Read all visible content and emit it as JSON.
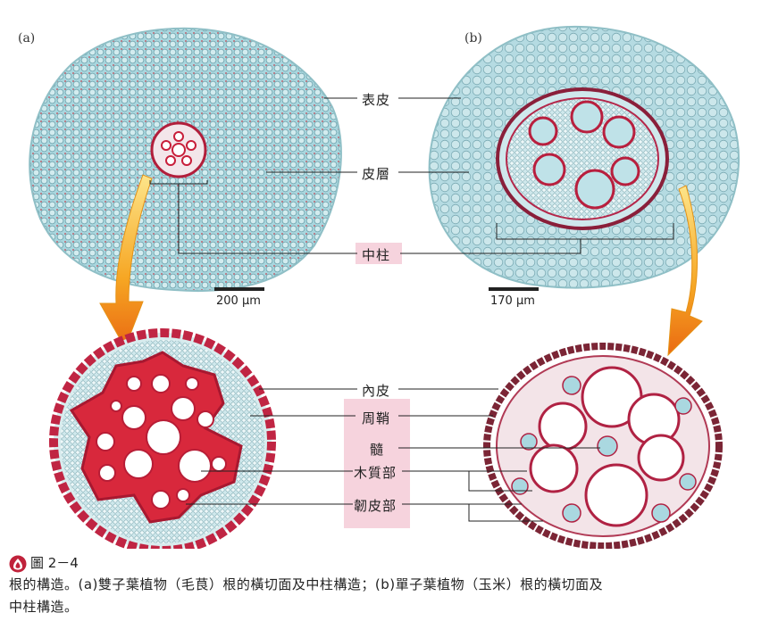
{
  "panels": {
    "a": "(a)",
    "b": "(b)"
  },
  "labels": {
    "epidermis": "表皮",
    "cortex": "皮層",
    "stele": "中柱",
    "endodermis": "內皮",
    "pericycle": "周鞘",
    "pith": "髓",
    "xylem": "木質部",
    "phloem": "韌皮部"
  },
  "scales": {
    "a": "200 µm",
    "b": "170 µm"
  },
  "caption": {
    "number": "圖 2－4",
    "text_line1": "根的構造。(a)雙子葉植物（毛茛）根的橫切面及中柱構造；(b)單子葉植物（玉米）根的橫切面及",
    "text_line2": "中柱構造。"
  },
  "colors": {
    "cell_fill": "#b9dde3",
    "cell_edge": "#5d8f99",
    "xylem_red": "#c81e3a",
    "pink_box": "#f6d3dd",
    "arrow_orange": "#f29a1c",
    "leader": "#222222"
  }
}
